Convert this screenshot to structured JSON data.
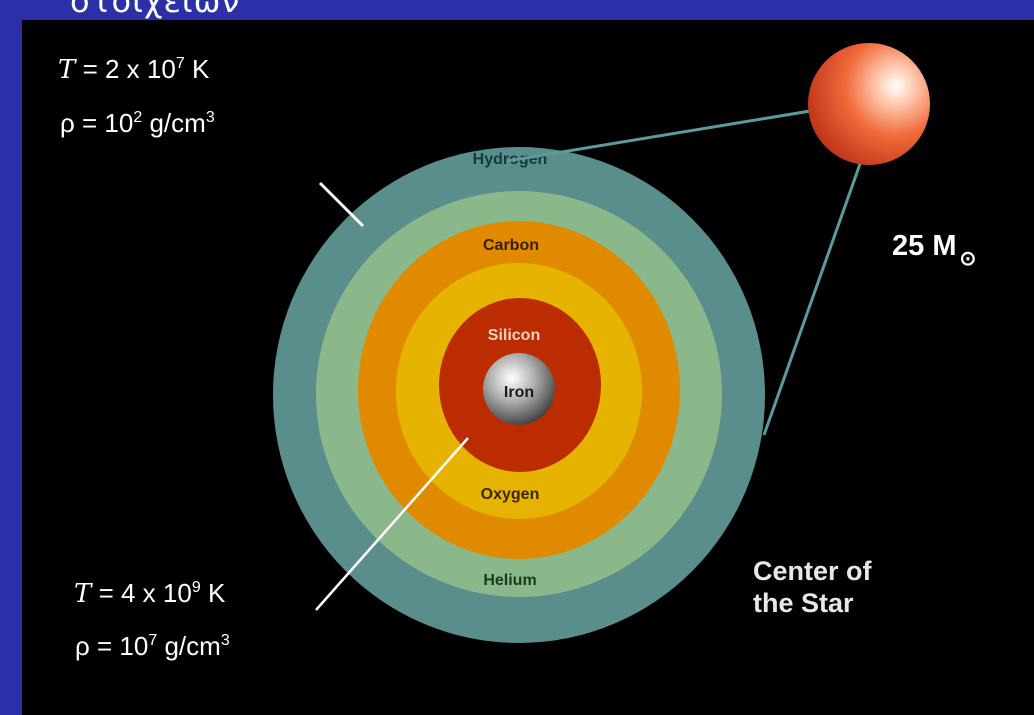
{
  "title": "στοιχείων",
  "diagram": {
    "layers": [
      {
        "name": "Hydrogen",
        "color": "#5a8e8c"
      },
      {
        "name": "Helium",
        "color": "#8ab88a"
      },
      {
        "name": "Carbon",
        "color": "#e08a00"
      },
      {
        "name": "Oxygen",
        "color": "#e6b400"
      },
      {
        "name": "Silicon",
        "color": "#bb2c00"
      },
      {
        "name": "Iron",
        "color": "#b8b8b8"
      }
    ],
    "outer_conditions": {
      "T_symbol": "T",
      "T_text": " = 2 x 10",
      "T_exp": "7",
      "T_unit": " K",
      "rho_text": "ρ = 10",
      "rho_exp": "2",
      "rho_unit": " g/cm",
      "rho_unit_exp": "3"
    },
    "inner_conditions": {
      "T_symbol": "T",
      "T_text": " = 4 x 10",
      "T_exp": "9",
      "T_unit": " K",
      "rho_text": "ρ = 10",
      "rho_exp": "7",
      "rho_unit": " g/cm",
      "rho_unit_exp": "3"
    },
    "star_mass": {
      "text": "25 M",
      "symbol": "⊙"
    },
    "center_label": {
      "line1": "Center of",
      "line2": "the Star"
    }
  }
}
